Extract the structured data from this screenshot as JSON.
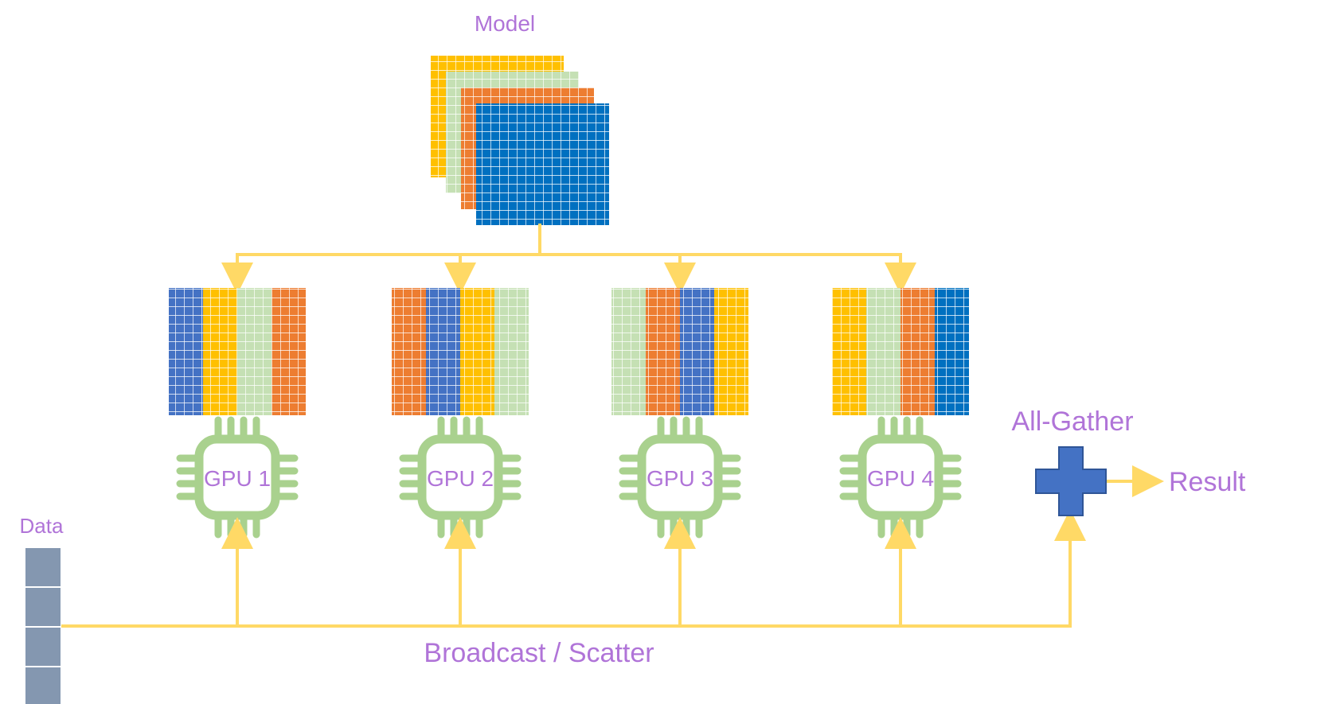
{
  "labels": {
    "model": "Model",
    "data": "Data",
    "broadcast": "Broadcast / Scatter",
    "all_gather": "All-Gather",
    "result": "Result"
  },
  "gpus": [
    {
      "label": "GPU 1",
      "shard_colors": [
        "#4472c4",
        "#ffc000",
        "#c5e0b4",
        "#ed7d31"
      ]
    },
    {
      "label": "GPU 2",
      "shard_colors": [
        "#ed7d31",
        "#4472c4",
        "#ffc000",
        "#c5e0b4"
      ]
    },
    {
      "label": "GPU 3",
      "shard_colors": [
        "#c5e0b4",
        "#ed7d31",
        "#4472c4",
        "#ffc000"
      ]
    },
    {
      "label": "GPU 4",
      "shard_colors": [
        "#ffc000",
        "#c5e0b4",
        "#ed7d31",
        "#0070c0"
      ]
    }
  ],
  "model_layer_colors": [
    "#ffc000",
    "#c5e0b4",
    "#ed7d31",
    "#0070c0"
  ],
  "colors": {
    "label": "#b074d8",
    "arrow": "#ffd966",
    "chip": "#a9d18e",
    "data_block": "#8497b0",
    "plus": "#4472c4"
  }
}
